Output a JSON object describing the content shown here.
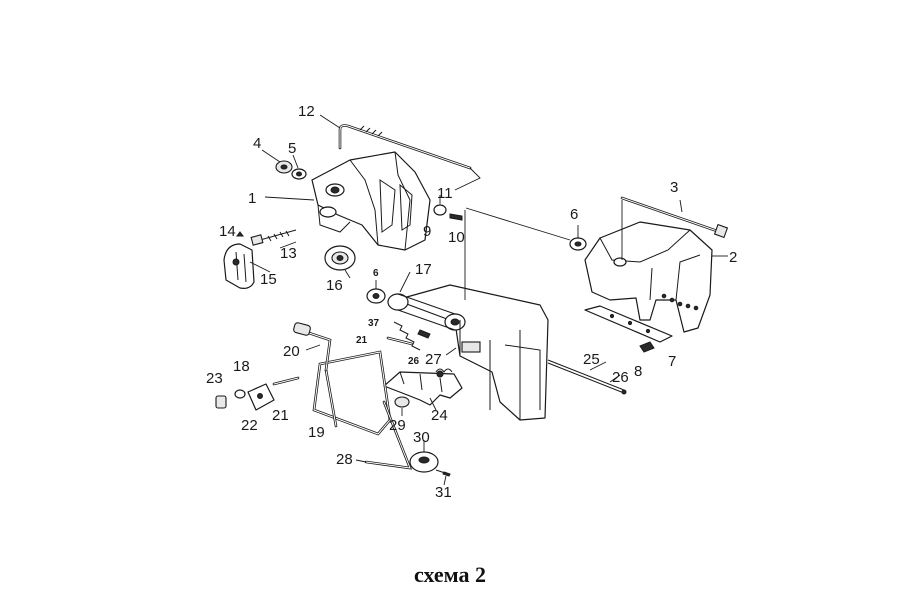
{
  "caption": "схема 2",
  "callouts": {
    "p1": "1",
    "p2": "2",
    "p3": "3",
    "p4": "4",
    "p5": "5",
    "p6a": "6",
    "p6b": "6",
    "p7": "7",
    "p8": "8",
    "p9": "9",
    "p10": "10",
    "p11": "11",
    "p12": "12",
    "p13": "13",
    "p14": "14",
    "p15": "15",
    "p16": "16",
    "p17": "17",
    "p18": "18",
    "p19": "19",
    "p20": "20",
    "p21a": "21",
    "p21b": "21",
    "p22": "22",
    "p23": "23",
    "p24": "24",
    "p25": "25",
    "p26": "26",
    "p26b": "26",
    "p27": "27",
    "p28": "28",
    "p29": "29",
    "p30": "30",
    "p31": "31",
    "p37": "37"
  }
}
